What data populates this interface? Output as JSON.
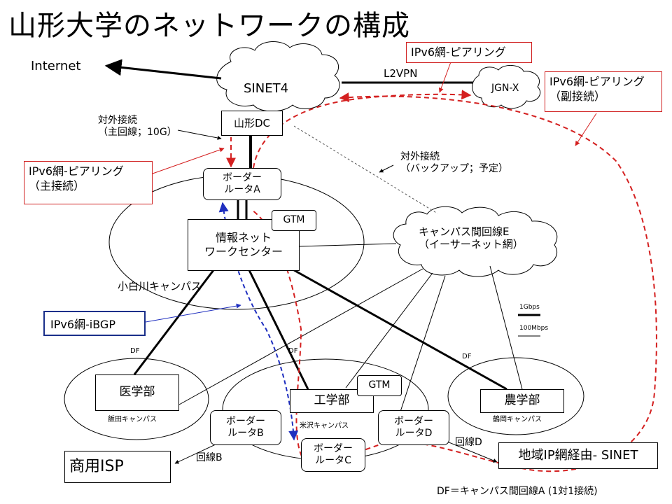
{
  "title": "山形大学のネットワークの構成",
  "internet_label": "Internet",
  "clouds": {
    "sinet": "SINET4",
    "jgn": "JGN-X",
    "campus_line_e": "キャンパス間回線E\n（イーサーネット網）"
  },
  "l2vpn_label": "L2VPN",
  "nodes": {
    "yamagata_dc": "山形DC",
    "border_a": "ボーダー\nルータA",
    "info_center": "情報ネット\nワークセンター",
    "gtm_main": "GTM",
    "medical": "医学部",
    "engineering": "工学部",
    "gtm_eng": "GTM",
    "agriculture": "農学部",
    "border_b": "ボーダー\nルータB",
    "border_c": "ボーダー\nルータC",
    "border_d": "ボーダー\nルータD",
    "commercial_isp": "商用ISP",
    "regional_ip": "地域IP網経由- SINET"
  },
  "labels": {
    "external_main": "対外接続\n（主回線；10G）",
    "external_backup": "対外接続\n（バックアップ；予定）",
    "kojirakawa": "小白川キャンパス",
    "iida": "飯田キャンパス",
    "yonezawa": "米沢キャンパス",
    "tsuruoka": "鶴岡キャンパス",
    "df1": "DF",
    "df2": "DF",
    "df3": "DF",
    "line_b": "回線B",
    "line_d": "回線D",
    "legend_1g": "1Gbps",
    "legend_100m": "100Mbps",
    "footnote": "DF＝キャンパス間回線A (1対1接続)"
  },
  "callouts": {
    "peering_top": "IPv6網-ピアリング",
    "peering_secondary": "IPv6網-ピアリング\n（副接続）",
    "peering_primary": "IPv6網-ピアリング\n（主接続）",
    "ibgp": "IPv6網-iBGP"
  },
  "colors": {
    "red_path": "#d42020",
    "blue_path": "#1f2fbf",
    "callout_border": "#d02020",
    "ibgp_border": "#1a2f8a"
  }
}
